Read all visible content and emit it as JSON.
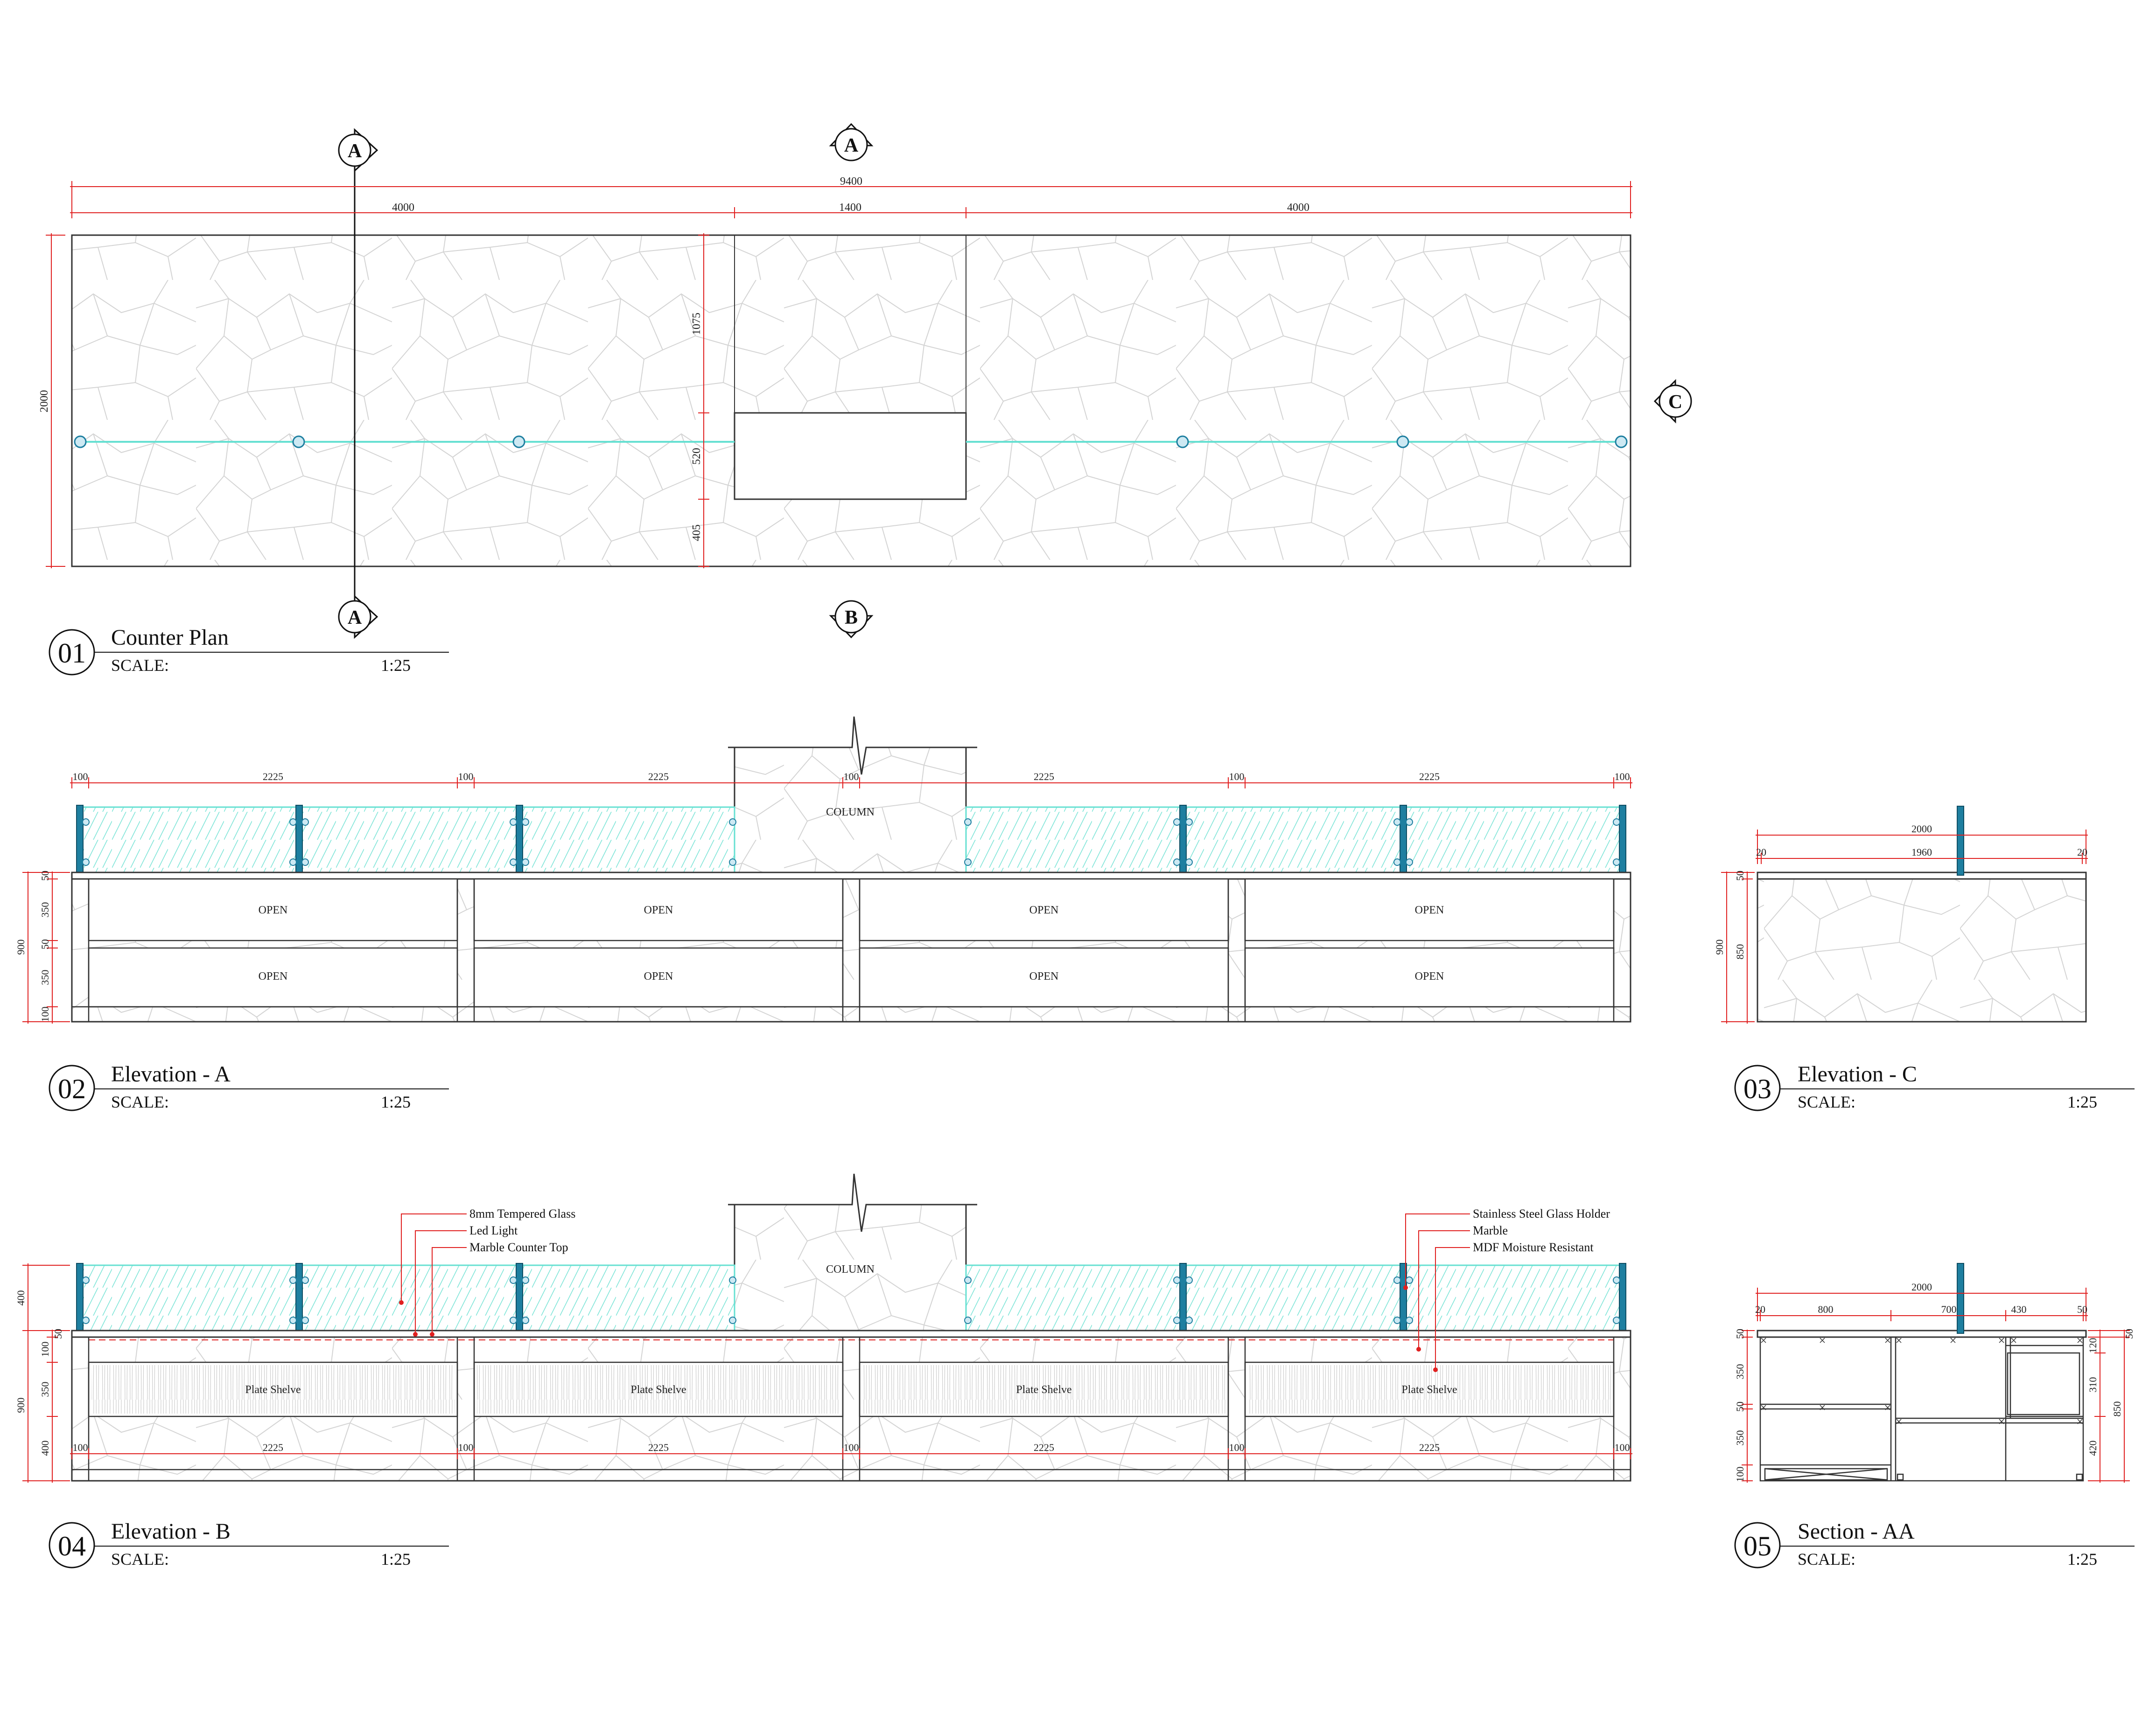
{
  "colors": {
    "dimension": "#e02020",
    "outline": "#333333",
    "marble": "#cfcfcf",
    "glass": "#66e0d2",
    "post": "#1e7fa0"
  },
  "plan": {
    "number": "01",
    "title": "Counter Plan",
    "scale_label": "SCALE:",
    "scale_value": "1:25",
    "dims": {
      "overall": "9400",
      "left": "4000",
      "middle": "1400",
      "right": "4000",
      "depth": "2000",
      "upper": "1075",
      "opening": "520",
      "lower": "405"
    },
    "markers": {
      "section_top": "A",
      "section_bottom": "A",
      "elev_a": "A",
      "elev_b": "B",
      "elev_c": "C"
    }
  },
  "elevation_a": {
    "number": "02",
    "title": "Elevation - A",
    "scale_label": "SCALE:",
    "scale_value": "1:25",
    "column_label": "COLUMN",
    "bay_dims": [
      "100",
      "2225",
      "100",
      "2225",
      "100",
      "2225",
      "100",
      "2225",
      "100"
    ],
    "open_labels": [
      "OPEN",
      "OPEN",
      "OPEN",
      "OPEN",
      "OPEN",
      "OPEN",
      "OPEN",
      "OPEN"
    ],
    "height_dims": [
      "50",
      "350",
      "50",
      "350",
      "100"
    ],
    "total_height": "900"
  },
  "elevation_c": {
    "number": "03",
    "title": "Elevation - C",
    "scale_label": "SCALE:",
    "scale_value": "1:25",
    "width": "2000",
    "inner": "1960",
    "side_left": "20",
    "side_right": "20",
    "top": "50",
    "body": "850",
    "total": "900"
  },
  "elevation_b": {
    "number": "04",
    "title": "Elevation - B",
    "scale_label": "SCALE:",
    "scale_value": "1:25",
    "column_label": "COLUMN",
    "shelf_labels": [
      "Plate Shelve",
      "Plate Shelve",
      "Plate Shelve",
      "Plate Shelve"
    ],
    "bay_dims": [
      "100",
      "2225",
      "100",
      "2225",
      "100",
      "2225",
      "100",
      "2225",
      "100"
    ],
    "height_dims": [
      "50",
      "100",
      "350",
      "400"
    ],
    "total_height": "900",
    "glass_height": "400",
    "notes_left": [
      "8mm Tempered Glass",
      "Led Light",
      "Marble Counter Top"
    ],
    "notes_right": [
      "Stainless Steel Glass Holder",
      "Marble",
      "MDF Moisture Resistant"
    ]
  },
  "section_aa": {
    "number": "05",
    "title": "Section - AA",
    "scale_label": "SCALE:",
    "scale_value": "1:25",
    "width": "2000",
    "top_dims": [
      "20",
      "800",
      "700",
      "430",
      "50"
    ],
    "left_dims": [
      "50",
      "350",
      "50",
      "350",
      "100"
    ],
    "right_dims": [
      "120",
      "310",
      "420"
    ],
    "right_top": "50",
    "right_total": "850"
  }
}
